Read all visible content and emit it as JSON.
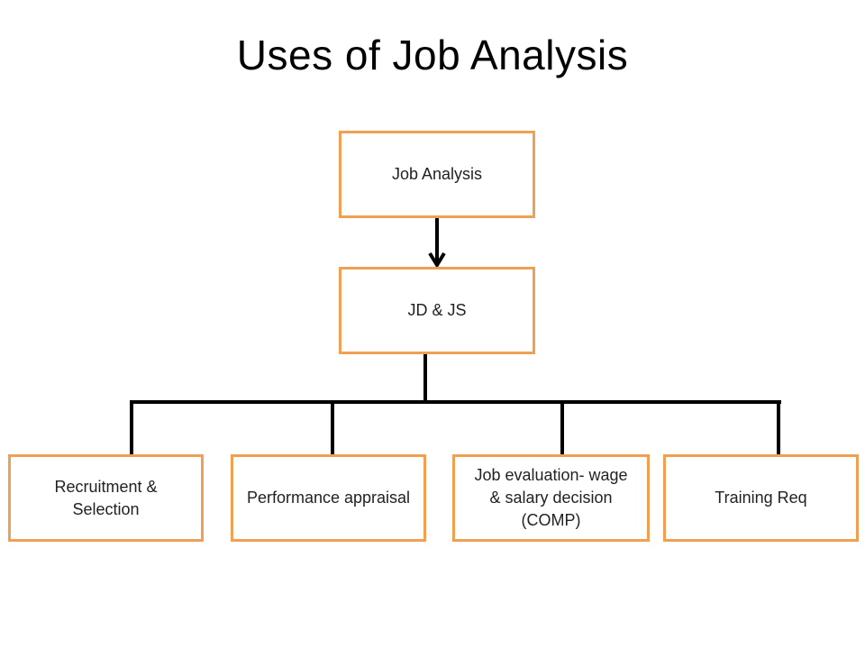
{
  "title": "Uses of Job Analysis",
  "nodes": {
    "root": "Job Analysis",
    "middle": "JD & JS",
    "children": [
      "Recruitment & Selection",
      "Performance appraisal",
      "Job evaluation- wage & salary decision (COMP)",
      "Training Req"
    ]
  },
  "colors": {
    "box_border": "#F0A053",
    "connector": "#000000"
  }
}
